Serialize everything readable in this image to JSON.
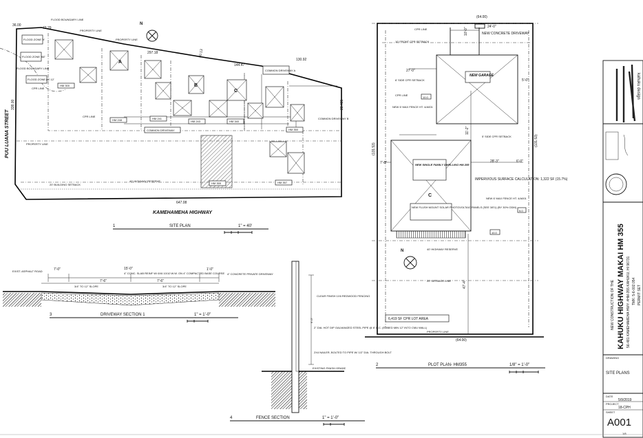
{
  "site_plan": {
    "section_number": "1",
    "title": "SITE PLAN",
    "scale": "1\" = 40'",
    "street_west": "PUU LUANA STREET",
    "street_south": "KAMEHAMEHA HIGHWAY",
    "north": "N",
    "dims": [
      "36.00",
      "72.29",
      "297.18",
      "80.13",
      "144.47",
      "130.92",
      "28.485",
      "338.00",
      "647.08"
    ],
    "labels": {
      "flood_boundary_line": "FLOOD BOUNDARY LINE",
      "property_line_1": "PROPERTY LINE",
      "property_line_2": "PROPERTY LINE",
      "flood_zone_x": "FLOOD ZONE 'X'",
      "flood_zone_ae": "FLOOD ZONE 'AE'",
      "flood_zone_ae2": "FLOOD ZONE AE 12'",
      "flood_boundary_line_2": "FLOOD BOUNDARY LINE",
      "cpr_line_1": "CPR LINE",
      "cpr_line_2": "CPR LINE",
      "property_line_3": "PROPERTY LINE",
      "common_driveway_a": "COMMON DRIVEWAY A",
      "common_driveway": "COMMON DRIVEWAY",
      "common_driveway_b": "COMMON DRIVEWAY B",
      "building_setback": "20' BUILDING SETBACK",
      "highway_reserve": "40' HIGHWAY RESERVE"
    },
    "lots": [
      "HM 300",
      "HM 248",
      "HM 241",
      "HM 243",
      "HM 340",
      "HM 350",
      "HM 355",
      "HM 357"
    ],
    "lot_letters": [
      "A",
      "B",
      "C"
    ]
  },
  "driveway_section": {
    "section_number": "3",
    "title": "DRIVEWAY SECTION 1",
    "scale": "1\" = 1'-0\"",
    "labels": {
      "asphalt": "EXIST. ASPHALT ROAD",
      "concrete_drive": "4\" CONCRETE PRIVATE DRIVEWAY",
      "slab": "4\" CONC. SLAB REINF W/ 6X6 10/10 W.W. ON 4\" COMPACTED BASE COURSE",
      "slope_left": "3/4\" TO 12\" SLOPE",
      "slope_right": "3/4\" TO 12\" SLOPE",
      "dim_total": "15'-0\"",
      "dim_left": "7'-0\"",
      "dim_mid1": "7'-6\"",
      "dim_mid2": "7'-6\"",
      "dim_right": "1'-0\""
    }
  },
  "fence_section": {
    "section_number": "4",
    "title": "FENCE SECTION",
    "scale": "1\" = 1'-0\"",
    "labels": {
      "fencing": "CLEAR FINISH 1X6 REDWOOD FENCING",
      "pipe": "2\" DIA. HOT DIP GALVANIZED STEEL PIPE @ 8' O.C. (EMBED MIN 12\" INTO CMU WALL)",
      "nailer": "2X4 NAILER, BOLTED TO PIPE W/ 1/2\" DIA. THROUGH BOLT",
      "grade": "EXISTING FINISH GRADE",
      "height": "6'-0\""
    }
  },
  "plot_plan": {
    "section_number": "2",
    "title": "PLOT PLAN- HM355",
    "scale": "1/8\" = 1'-0\"",
    "north": "N",
    "labels": {
      "new_driveway": "NEW CONCRETE DRIVEWAY",
      "cpr_line_top": "CPR LINE",
      "front_setback": "10' FRONT CPR SETBACK",
      "new_garage": "NEW GARAGE",
      "side_setback_1": "6' SIDE CPR SETBACK",
      "cpr_line_mid": "CPR LINE",
      "fence_1": "NEW 6' MAX FENCE HT. 4/A001",
      "dwelling": "NEW SINGLE FAMILY DWELLING HM-355",
      "lot_letter": "C",
      "side_setback_2": "5' SIDE CPR SETBACK",
      "impervious": "IMPERVIOUS SURFACE CALCULATION: 1,322 SF (15.7%)",
      "fence_2": "NEW 6' MAX FENCE HT. 4/A001",
      "flush_mount": "NEW FLUSH MOUNT SOLAR PHOTOVOLTAIC PANELS (SEE 3/E1) (BY 30% ODM)",
      "highway_reserve": "40' HIGHWAY RESERVE",
      "setback_20": "20' SETBACK LINE",
      "lot_area": "6,419 SF CPR LOT AREA",
      "property_line": "PROPERTY LINE",
      "dim_top": "(64.00)",
      "dim_bottom": "(64.00)",
      "dim_left": "(131.53)",
      "dim_right": "(131.53)",
      "d1": "24'-0\"",
      "d2": "10'-0\"",
      "d3": "27'-0\"",
      "d4": "11'-2\"",
      "d5": "28'-3\"",
      "d6": "5'-0\"",
      "d7": "7'-8\"",
      "d8": "47'-4\"",
      "d9": "6'-0\"",
      "tag1": "10.0",
      "tag2": "10.0",
      "tag3": "5.0"
    }
  },
  "title_block": {
    "logo": "kahuku design",
    "project_prefix": "NEW CONSTRUCTION OF THE",
    "project_name": "KAHUKU HIGHWAY MAKAI HM 355",
    "address": "56-481 KAMEHAMEHA HWY. #HM-355 KAHUKU, HI 96731",
    "tmk": "TMK: 5-6-002:054",
    "permit": "PERMIT SET",
    "drawing_label": "DRAWING",
    "drawing": "SITE PLANS",
    "date_label": "DATE",
    "date": "5/9/2019",
    "project_label": "PROJECT",
    "project_no": "18-CPH",
    "sheet_label": "SHEET",
    "sheet": "A001",
    "sheet_of": "1/8"
  }
}
